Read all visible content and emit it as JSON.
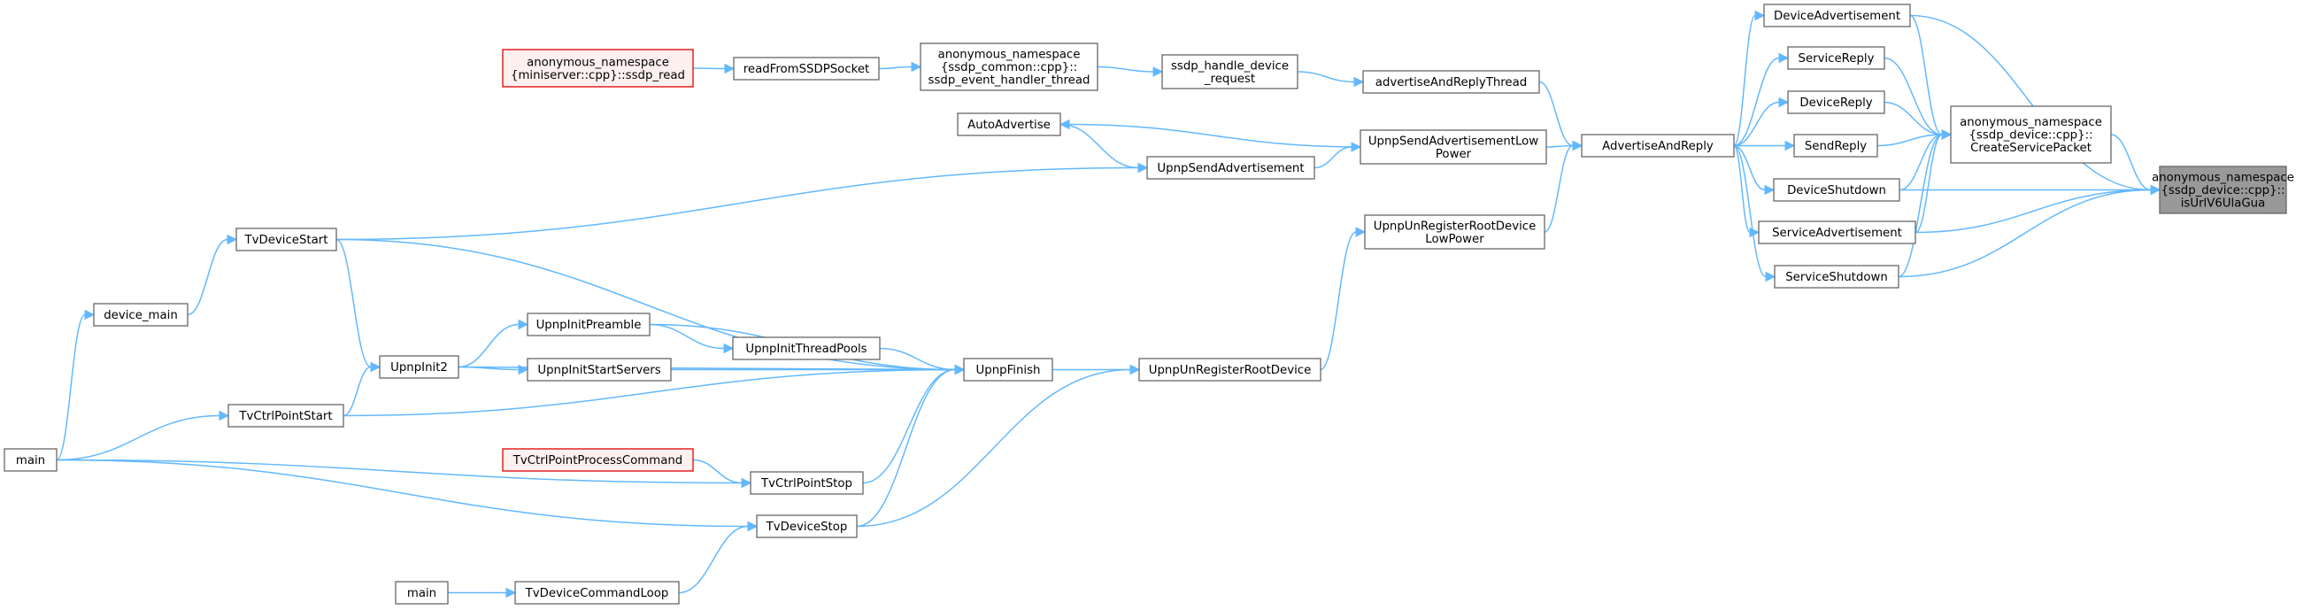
{
  "nodes": [
    {
      "id": "n_is",
      "lines": [
        "anonymous_namespace",
        "{ssdp_device::cpp}::",
        "isUrlV6UlaGua"
      ],
      "style": "root"
    },
    {
      "id": "n_csp",
      "lines": [
        "anonymous_namespace",
        "{ssdp_device::cpp}::",
        "CreateServicePacket"
      ],
      "style": "normal"
    },
    {
      "id": "n_devadv",
      "lines": [
        "DeviceAdvertisement"
      ],
      "style": "normal"
    },
    {
      "id": "n_devsd",
      "lines": [
        "DeviceShutdown"
      ],
      "style": "normal"
    },
    {
      "id": "n_svcadv",
      "lines": [
        "ServiceAdvertisement"
      ],
      "style": "normal"
    },
    {
      "id": "n_svcsd",
      "lines": [
        "ServiceShutdown"
      ],
      "style": "normal"
    },
    {
      "id": "n_svcrep",
      "lines": [
        "ServiceReply"
      ],
      "style": "normal"
    },
    {
      "id": "n_devrep",
      "lines": [
        "DeviceReply"
      ],
      "style": "normal"
    },
    {
      "id": "n_sendrep",
      "lines": [
        "SendReply"
      ],
      "style": "normal"
    },
    {
      "id": "n_aar",
      "lines": [
        "AdvertiseAndReply"
      ],
      "style": "normal"
    },
    {
      "id": "n_aart",
      "lines": [
        "advertiseAndReplyThread"
      ],
      "style": "normal"
    },
    {
      "id": "n_hdr",
      "lines": [
        "ssdp_handle_device",
        "_request"
      ],
      "style": "normal"
    },
    {
      "id": "n_seht",
      "lines": [
        "anonymous_namespace",
        "{ssdp_common::cpp}::",
        "ssdp_event_handler_thread"
      ],
      "style": "normal"
    },
    {
      "id": "n_rfs",
      "lines": [
        "readFromSSDPSocket"
      ],
      "style": "normal"
    },
    {
      "id": "n_sread",
      "lines": [
        "anonymous_namespace",
        "{miniserver::cpp}::ssdp_read"
      ],
      "style": "trunc"
    },
    {
      "id": "n_usalp",
      "lines": [
        "UpnpSendAdvertisementLow",
        "Power"
      ],
      "style": "normal"
    },
    {
      "id": "n_autoadv",
      "lines": [
        "AutoAdvertise"
      ],
      "style": "normal"
    },
    {
      "id": "n_usa",
      "lines": [
        "UpnpSendAdvertisement"
      ],
      "style": "normal"
    },
    {
      "id": "n_urrdlp",
      "lines": [
        "UpnpUnRegisterRootDevice",
        "LowPower"
      ],
      "style": "normal"
    },
    {
      "id": "n_urrd",
      "lines": [
        "UpnpUnRegisterRootDevice"
      ],
      "style": "normal"
    },
    {
      "id": "n_finish",
      "lines": [
        "UpnpFinish"
      ],
      "style": "normal"
    },
    {
      "id": "n_tvds",
      "lines": [
        "TvDeviceStart"
      ],
      "style": "normal"
    },
    {
      "id": "n_devmain",
      "lines": [
        "device_main"
      ],
      "style": "normal"
    },
    {
      "id": "n_main1",
      "lines": [
        "main"
      ],
      "style": "normal"
    },
    {
      "id": "n_init2",
      "lines": [
        "UpnpInit2"
      ],
      "style": "normal"
    },
    {
      "id": "n_preamble",
      "lines": [
        "UpnpInitPreamble"
      ],
      "style": "normal"
    },
    {
      "id": "n_pools",
      "lines": [
        "UpnpInitThreadPools"
      ],
      "style": "normal"
    },
    {
      "id": "n_servers",
      "lines": [
        "UpnpInitStartServers"
      ],
      "style": "normal"
    },
    {
      "id": "n_tvcps",
      "lines": [
        "TvCtrlPointStart"
      ],
      "style": "normal"
    },
    {
      "id": "n_tvcpstop",
      "lines": [
        "TvCtrlPointStop"
      ],
      "style": "normal"
    },
    {
      "id": "n_tvcppc",
      "lines": [
        "TvCtrlPointProcessCommand"
      ],
      "style": "trunc"
    },
    {
      "id": "n_tvdstop",
      "lines": [
        "TvDeviceStop"
      ],
      "style": "normal"
    },
    {
      "id": "n_tvdcl",
      "lines": [
        "TvDeviceCommandLoop"
      ],
      "style": "normal"
    },
    {
      "id": "n_main2",
      "lines": [
        "main"
      ],
      "style": "normal"
    }
  ],
  "edges": [
    {
      "from": "n_csp",
      "to": "n_is"
    },
    {
      "from": "n_devadv",
      "to": "n_is"
    },
    {
      "from": "n_devsd",
      "to": "n_is"
    },
    {
      "from": "n_svcadv",
      "to": "n_is"
    },
    {
      "from": "n_svcsd",
      "to": "n_is"
    },
    {
      "from": "n_devadv",
      "to": "n_csp"
    },
    {
      "from": "n_svcrep",
      "to": "n_csp"
    },
    {
      "from": "n_devrep",
      "to": "n_csp"
    },
    {
      "from": "n_sendrep",
      "to": "n_csp"
    },
    {
      "from": "n_devsd",
      "to": "n_csp"
    },
    {
      "from": "n_svcadv",
      "to": "n_csp"
    },
    {
      "from": "n_svcsd",
      "to": "n_csp"
    },
    {
      "from": "n_aar",
      "to": "n_devadv"
    },
    {
      "from": "n_aar",
      "to": "n_svcrep"
    },
    {
      "from": "n_aar",
      "to": "n_devrep"
    },
    {
      "from": "n_aar",
      "to": "n_sendrep"
    },
    {
      "from": "n_aar",
      "to": "n_devsd"
    },
    {
      "from": "n_aar",
      "to": "n_svcadv"
    },
    {
      "from": "n_aar",
      "to": "n_svcsd"
    },
    {
      "from": "n_aart",
      "to": "n_aar"
    },
    {
      "from": "n_usalp",
      "to": "n_aar"
    },
    {
      "from": "n_urrdlp",
      "to": "n_aar"
    },
    {
      "from": "n_hdr",
      "to": "n_aart"
    },
    {
      "from": "n_seht",
      "to": "n_hdr"
    },
    {
      "from": "n_rfs",
      "to": "n_seht"
    },
    {
      "from": "n_sread",
      "to": "n_rfs"
    },
    {
      "from": "n_usalp",
      "to": "n_autoadv"
    },
    {
      "from": "n_usa",
      "to": "n_usalp"
    },
    {
      "from": "n_autoadv",
      "to": "n_usa"
    },
    {
      "from": "n_tvds",
      "to": "n_usa"
    },
    {
      "from": "n_urrd",
      "to": "n_urrdlp"
    },
    {
      "from": "n_finish",
      "to": "n_urrd"
    },
    {
      "from": "n_tvdstop",
      "to": "n_urrd"
    },
    {
      "from": "n_tvds",
      "to": "n_finish"
    },
    {
      "from": "n_init2",
      "to": "n_finish"
    },
    {
      "from": "n_preamble",
      "to": "n_finish"
    },
    {
      "from": "n_pools",
      "to": "n_finish"
    },
    {
      "from": "n_servers",
      "to": "n_finish"
    },
    {
      "from": "n_tvcps",
      "to": "n_finish"
    },
    {
      "from": "n_tvcpstop",
      "to": "n_finish"
    },
    {
      "from": "n_tvdstop",
      "to": "n_finish"
    },
    {
      "from": "n_devmain",
      "to": "n_tvds"
    },
    {
      "from": "n_tvds",
      "to": "n_init2"
    },
    {
      "from": "n_tvcps",
      "to": "n_init2"
    },
    {
      "from": "n_init2",
      "to": "n_preamble"
    },
    {
      "from": "n_init2",
      "to": "n_servers"
    },
    {
      "from": "n_preamble",
      "to": "n_pools"
    },
    {
      "from": "n_main1",
      "to": "n_devmain"
    },
    {
      "from": "n_main1",
      "to": "n_tvcps"
    },
    {
      "from": "n_main1",
      "to": "n_tvcpstop"
    },
    {
      "from": "n_main1",
      "to": "n_tvdstop"
    },
    {
      "from": "n_tvcppc",
      "to": "n_tvcpstop"
    },
    {
      "from": "n_tvdcl",
      "to": "n_tvdstop"
    },
    {
      "from": "n_main2",
      "to": "n_tvdcl"
    }
  ]
}
